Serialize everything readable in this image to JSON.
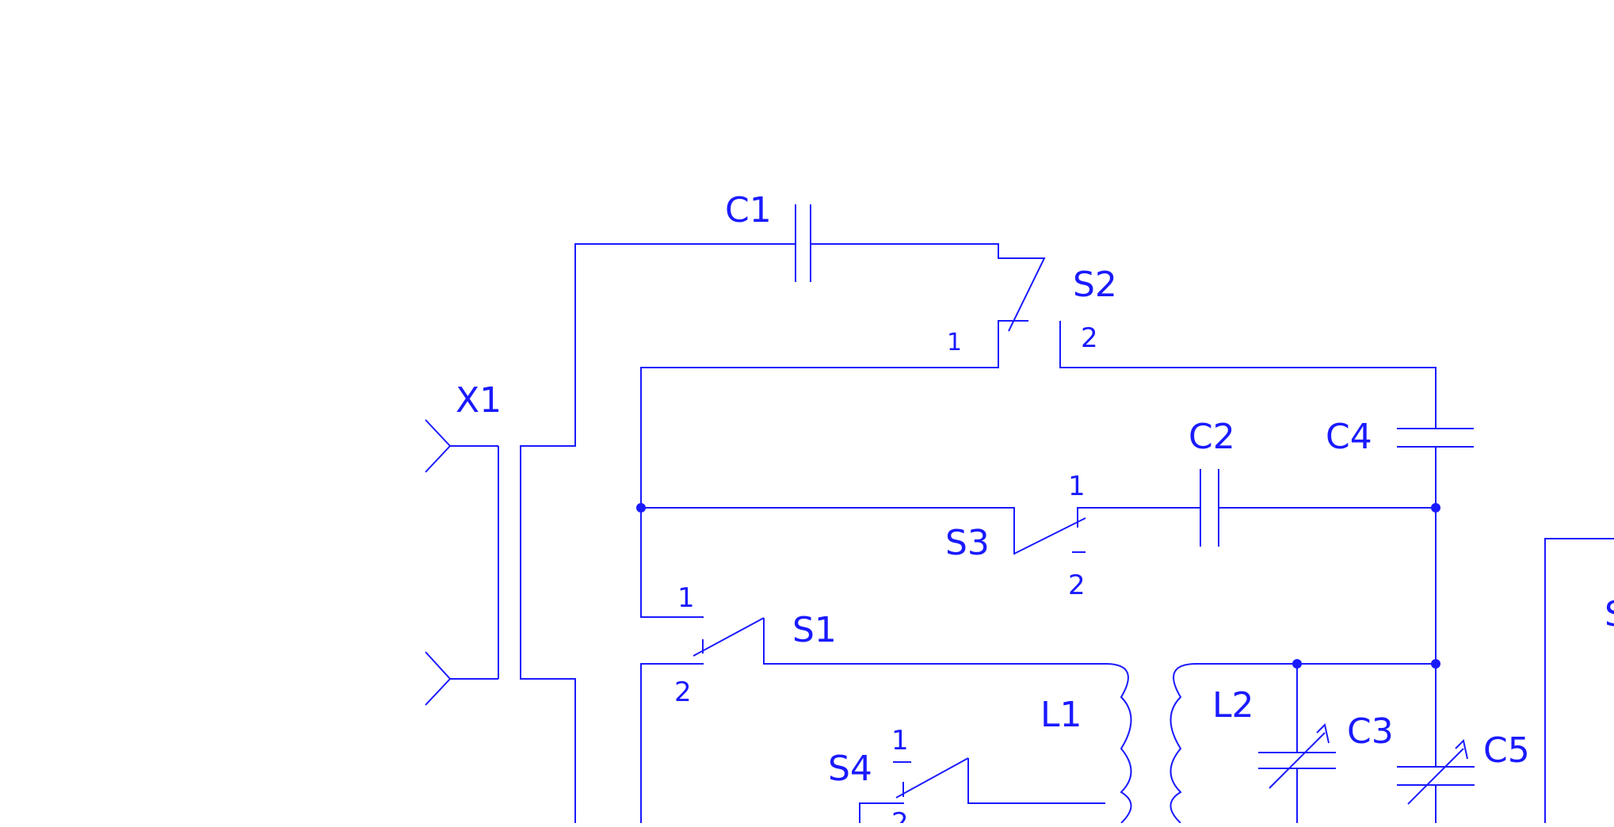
{
  "colors": {
    "ink": "#1a1aff",
    "background": "#ffffff"
  },
  "components": {
    "x1": "X1",
    "c1": "C1",
    "c2": "C2",
    "c3": "C3",
    "c4": "C4",
    "c5": "C5",
    "s1": "S1",
    "s2": "S2",
    "s3": "S3",
    "s4": "S4",
    "l1": "L1",
    "l2": "L2",
    "s_partial": "S"
  },
  "pins": {
    "one": "1",
    "two": "2"
  }
}
